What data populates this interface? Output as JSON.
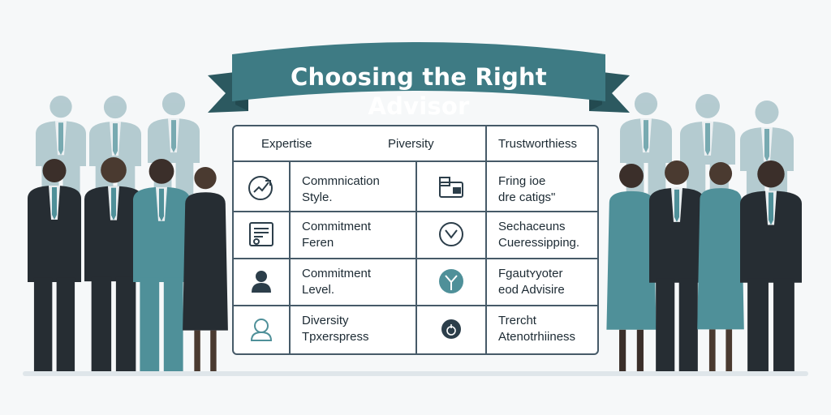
{
  "banner": {
    "title": "Choosing the Right Advisor"
  },
  "table": {
    "headers": [
      "Expertise",
      "Piversity",
      "Trustworthiess"
    ],
    "rows": [
      {
        "left": {
          "icon": "target-arrow-icon",
          "line1": "Commnication",
          "line2": "Style."
        },
        "right": {
          "icon": "wallet-card-icon",
          "line1": "Fring ioe",
          "line2": "dre catigs\""
        }
      },
      {
        "left": {
          "icon": "document-certificate-icon",
          "line1": "Commitment",
          "line2": "Feren"
        },
        "right": {
          "icon": "check-circle-icon",
          "line1": "Sechaceuns",
          "line2": "Cueressipping."
        }
      },
      {
        "left": {
          "icon": "person-icon",
          "line1": "Commitment",
          "line2": "Level."
        },
        "right": {
          "icon": "shield-badge-icon",
          "line1": "Fgautʏyoter",
          "line2": "eod Advisire"
        }
      },
      {
        "left": {
          "icon": "person-outline-icon",
          "line1": "Diversity",
          "line2": "Tpxerspress"
        },
        "right": {
          "icon": "clock-icon",
          "line1": "Trercht",
          "line2": "Atenotrhiiness"
        }
      }
    ]
  },
  "colors": {
    "banner": "#3e7b84",
    "banner_dark": "#2c5960",
    "teal": "#4f9099",
    "dark_suit": "#262d33",
    "grid_line": "#465a68",
    "silhouette": "#9fbcc3"
  }
}
